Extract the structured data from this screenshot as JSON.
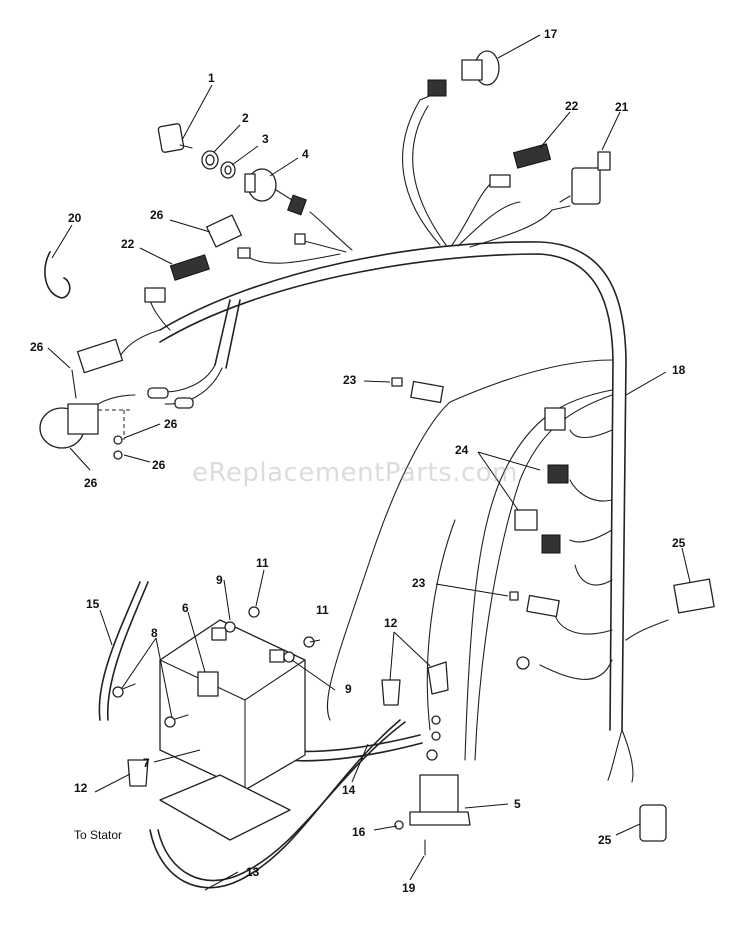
{
  "watermark": "eReplacementParts.com",
  "note_to_stator": "To Stator",
  "callouts": {
    "c1": "1",
    "c2": "2",
    "c3": "3",
    "c4": "4",
    "c5": "5",
    "c6": "6",
    "c7": "7",
    "c8": "8",
    "c9a": "9",
    "c9b": "9",
    "c11a": "11",
    "c11b": "11",
    "c12a": "12",
    "c12b": "12",
    "c13": "13",
    "c14": "14",
    "c15": "15",
    "c16": "16",
    "c17": "17",
    "c18": "18",
    "c19": "19",
    "c20": "20",
    "c21": "21",
    "c22a": "22",
    "c22b": "22",
    "c23a": "23",
    "c23b": "23",
    "c24": "24",
    "c25a": "25",
    "c25b": "25",
    "c26a": "26",
    "c26b": "26",
    "c26c": "26",
    "c26d": "26",
    "c26e": "26"
  }
}
